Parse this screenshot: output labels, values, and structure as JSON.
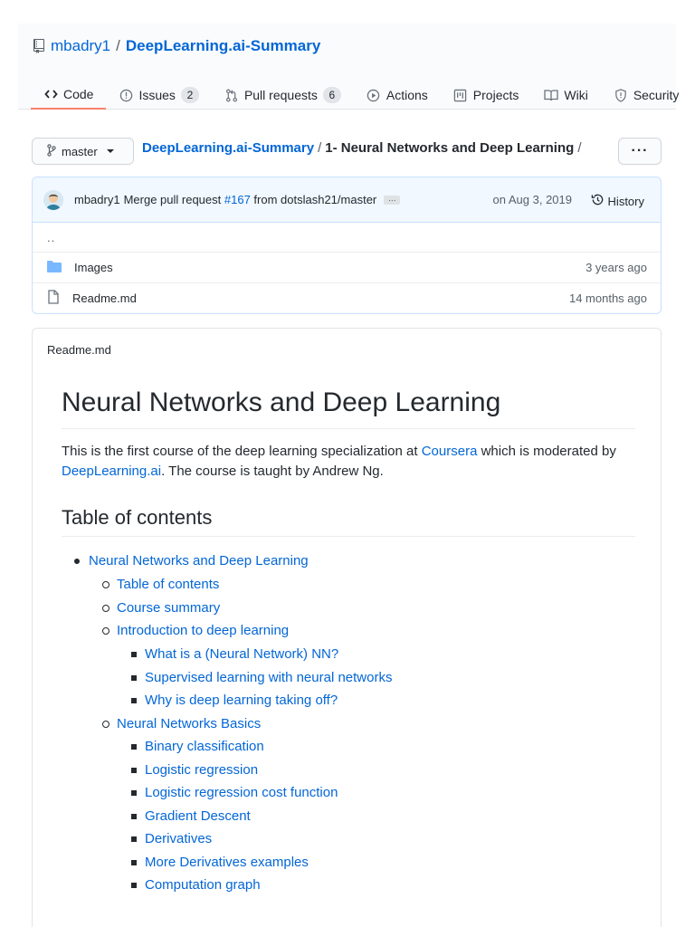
{
  "repo": {
    "owner": "mbadry1",
    "separator": "/",
    "name": "DeepLearning.ai-Summary"
  },
  "tabs": [
    {
      "label": "Code",
      "icon": "code-icon",
      "selected": true
    },
    {
      "label": "Issues",
      "icon": "issue-icon",
      "count": "2"
    },
    {
      "label": "Pull requests",
      "icon": "pull-request-icon",
      "count": "6"
    },
    {
      "label": "Actions",
      "icon": "play-icon"
    },
    {
      "label": "Projects",
      "icon": "project-icon"
    },
    {
      "label": "Wiki",
      "icon": "book-icon"
    },
    {
      "label": "Security",
      "icon": "shield-icon"
    }
  ],
  "branch": {
    "label": "master",
    "icon": "branch-icon"
  },
  "breadcrumb": {
    "root": "DeepLearning.ai-Summary",
    "sep1": "/",
    "current": "1- Neural Networks and Deep Learning",
    "sep2": "/"
  },
  "more_label": "···",
  "commit": {
    "author": "mbadry1",
    "message_prefix": "Merge pull request",
    "pr_number": "#167",
    "message_suffix": "from dotslash21/master",
    "ellipsis": "…",
    "date": "on Aug 3, 2019",
    "history_label": "History"
  },
  "updir": "..",
  "files": [
    {
      "name": "Images",
      "type": "folder",
      "age": "3 years ago"
    },
    {
      "name": "Readme.md",
      "type": "file",
      "age": "14 months ago"
    }
  ],
  "readme": {
    "filename": "Readme.md",
    "title": "Neural Networks and Deep Learning",
    "intro_1": "This is the first course of the deep learning specialization at ",
    "intro_link1": "Coursera",
    "intro_2": " which is moderated by ",
    "intro_link2": "DeepLearning.ai",
    "intro_3": ". The course is taught by Andrew Ng.",
    "toc_title": "Table of contents",
    "toc": [
      {
        "level": 1,
        "label": "Neural Networks and Deep Learning"
      },
      {
        "level": 2,
        "label": "Table of contents"
      },
      {
        "level": 2,
        "label": "Course summary"
      },
      {
        "level": 2,
        "label": "Introduction to deep learning"
      },
      {
        "level": 3,
        "label": "What is a (Neural Network) NN?"
      },
      {
        "level": 3,
        "label": "Supervised learning with neural networks"
      },
      {
        "level": 3,
        "label": "Why is deep learning taking off?"
      },
      {
        "level": 2,
        "label": "Neural Networks Basics"
      },
      {
        "level": 3,
        "label": "Binary classification"
      },
      {
        "level": 3,
        "label": "Logistic regression"
      },
      {
        "level": 3,
        "label": "Logistic regression cost function"
      },
      {
        "level": 3,
        "label": "Gradient Descent"
      },
      {
        "level": 3,
        "label": "Derivatives"
      },
      {
        "level": 3,
        "label": "More Derivatives examples"
      },
      {
        "level": 3,
        "label": "Computation graph"
      }
    ]
  },
  "colors": {
    "link": "#0366d6",
    "tab_underline": "#f9826c",
    "commit_bar_bg": "#f1f8ff",
    "folder": "#79b8ff"
  }
}
